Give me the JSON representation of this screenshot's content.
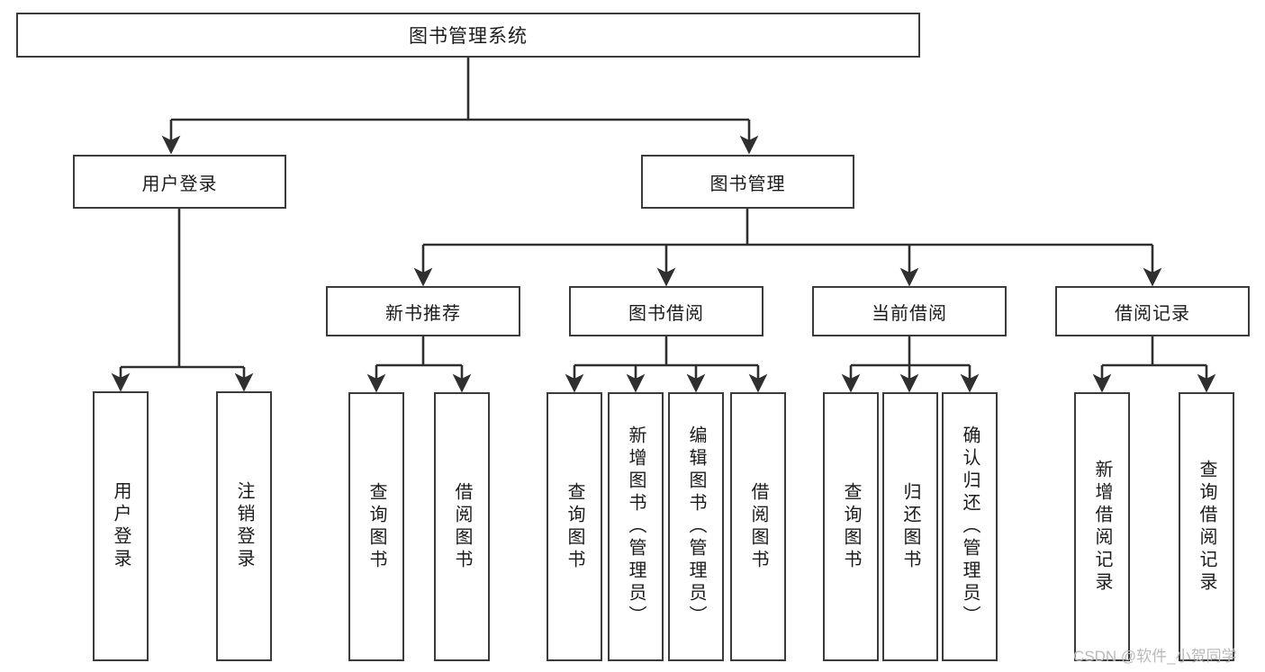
{
  "diagram": {
    "title": "图书管理系统",
    "type": "hierarchy-tree",
    "orientation": "top-down",
    "colors": {
      "background": "#ffffff",
      "box_border": "#3b3b3b",
      "box_fill": "#ffffff",
      "connector": "#2f2f2f",
      "text": "#1b1b1b",
      "watermark": "#b9b9b9"
    },
    "root": {
      "label": "图书管理系统"
    },
    "level2": [
      {
        "label": "用户登录"
      },
      {
        "label": "图书管理"
      }
    ],
    "level3": [
      {
        "label": "新书推荐"
      },
      {
        "label": "图书借阅"
      },
      {
        "label": "当前借阅"
      },
      {
        "label": "借阅记录"
      }
    ],
    "leaves": {
      "user_login": [
        {
          "label": "用户登录"
        },
        {
          "label": "注销登录"
        }
      ],
      "new_book_recommend": [
        {
          "label": "查询图书"
        },
        {
          "label": "借阅图书"
        }
      ],
      "book_borrow": [
        {
          "label": "查询图书"
        },
        {
          "label": "新增图书（管理员）"
        },
        {
          "label": "编辑图书（管理员）"
        },
        {
          "label": "借阅图书"
        }
      ],
      "current_borrow": [
        {
          "label": "查询图书"
        },
        {
          "label": "归还图书"
        },
        {
          "label": "确认归还（管理员）"
        }
      ],
      "borrow_record": [
        {
          "label": "新增借阅记录"
        },
        {
          "label": "查询借阅记录"
        }
      ]
    }
  },
  "watermark": {
    "text": "CSDN @软件_小贺同学"
  }
}
